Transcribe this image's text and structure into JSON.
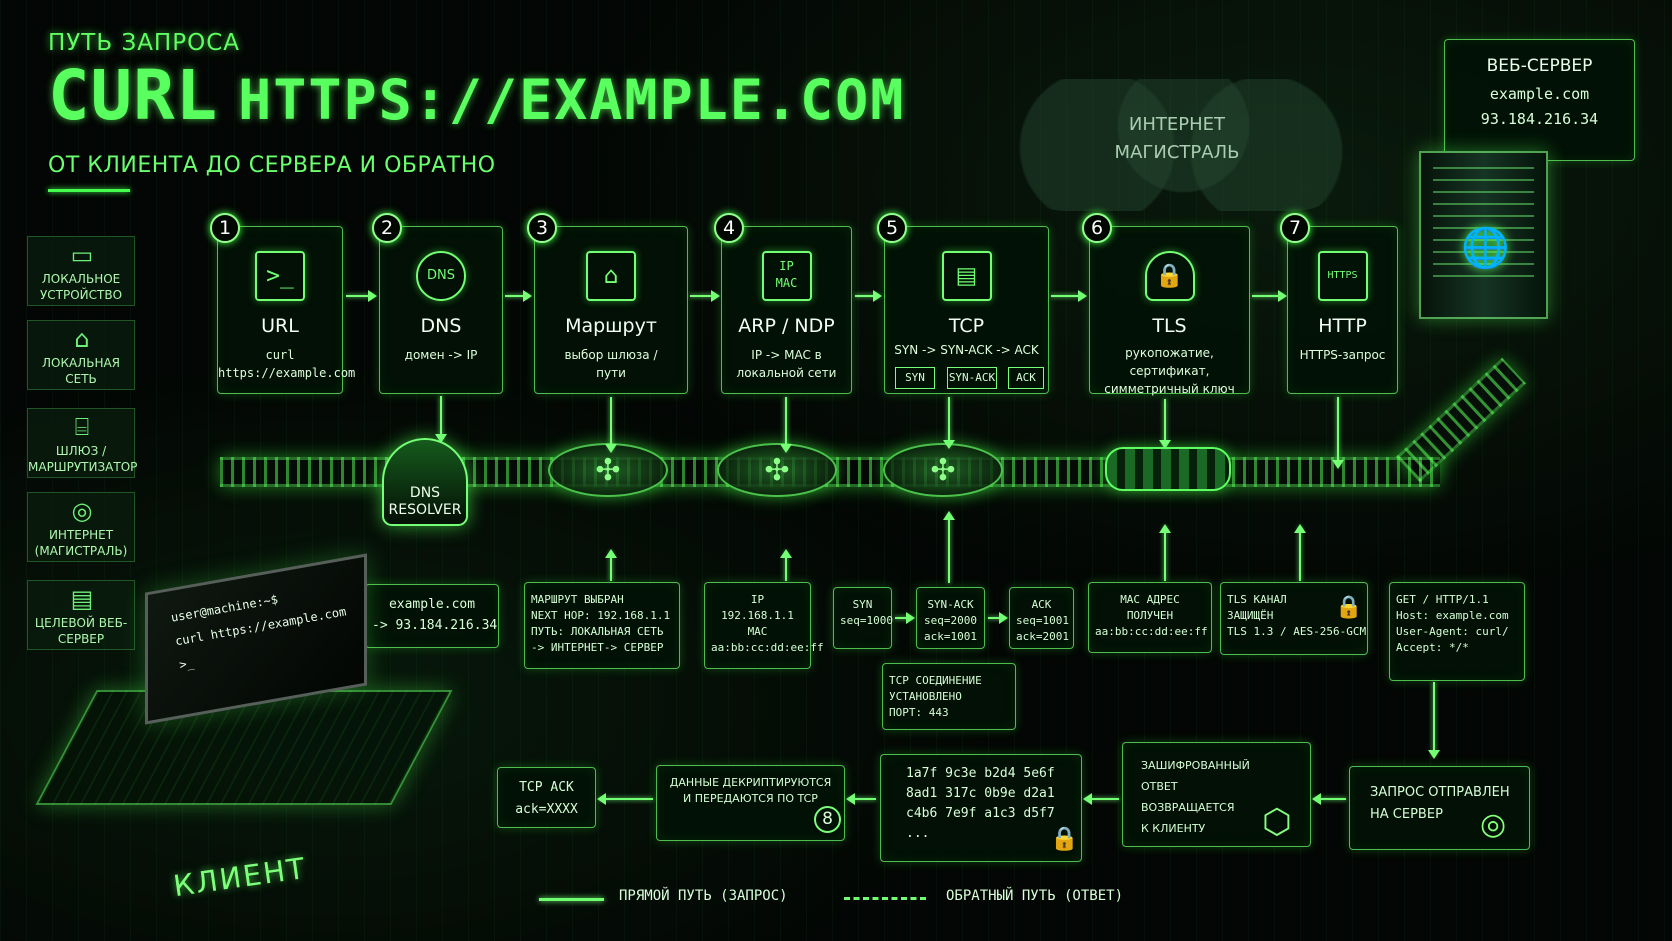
{
  "header": {
    "kicker": "ПУТЬ ЗАПРОСА",
    "command": "CURL",
    "url": "HTTPS://EXAMPLE.COM",
    "subtitle": "ОТ КЛИЕНТА ДО СЕРВЕРА И ОБРАТНО"
  },
  "sidebar": [
    {
      "label": "ЛОКАЛЬНОЕ УСТРОЙСТВО",
      "icon": "laptop-icon"
    },
    {
      "label": "ЛОКАЛЬНАЯ СЕТЬ",
      "icon": "network-icon"
    },
    {
      "label": "ШЛЮЗ / МАРШРУТИЗАТОР",
      "icon": "router-icon"
    },
    {
      "label": "ИНТЕРНЕТ (МАГИСТРАЛЬ)",
      "icon": "globe-icon"
    },
    {
      "label": "ЦЕЛЕВОЙ ВЕБ-СЕРВЕР",
      "icon": "server-icon"
    }
  ],
  "steps": [
    {
      "num": "1",
      "title": "URL",
      "desc": "curl\nhttps://example.com",
      "icon": "terminal-icon",
      "glyph": ">_"
    },
    {
      "num": "2",
      "title": "DNS",
      "desc": "домен -> IP",
      "icon": "dns-icon",
      "glyph": "DNS"
    },
    {
      "num": "3",
      "title": "Маршрут",
      "desc": "выбор шлюза /\nпути",
      "icon": "route-icon",
      "glyph": "⌂"
    },
    {
      "num": "4",
      "title": "ARP / NDP",
      "desc": "IP -> MAC в\nлокальной сети",
      "icon": "ip-mac-icon",
      "glyph": "IP\nMAC"
    },
    {
      "num": "5",
      "title": "TCP",
      "desc": "SYN -> SYN-ACK -> ACK",
      "icon": "document-icon",
      "glyph": "▤"
    },
    {
      "num": "6",
      "title": "TLS",
      "desc": "рукопожатие,\nсертификат,\nсимметричный ключ",
      "icon": "shield-lock-icon",
      "glyph": "🔒"
    },
    {
      "num": "7",
      "title": "HTTP",
      "desc": "HTTPS-запрос",
      "icon": "https-document-icon",
      "glyph": "HTTPS"
    }
  ],
  "tcpMini": [
    "SYN",
    "SYN-ACK",
    "ACK"
  ],
  "cloud": "ИНТЕРНЕТ\nМАГИСТРАЛЬ",
  "server": {
    "title": "ВЕБ-СЕРВЕР",
    "host": "example.com",
    "ip": "93.184.216.34"
  },
  "resolver": "DNS\nRESOLVER",
  "details": {
    "dns": "example.com\n-> 93.184.216.34",
    "route": "МАРШРУТ ВЫБРАН\nNEXT HOP: 192.168.1.1\nПУТЬ: ЛОКАЛЬНАЯ СЕТЬ\n-> ИНТЕРНЕТ-> СЕРВЕР",
    "arp": "IP\n192.168.1.1\nMAC\naa:bb:cc:dd:ee:ff",
    "tcp_syn": "SYN\nseq=1000",
    "tcp_synack": "SYN-ACK\nseq=2000\nack=1001",
    "tcp_ack": "ACK\nseq=1001\nack=2001",
    "mac": "MAC АДРЕС\nПОЛУЧЕН\naa:bb:cc:dd:ee:ff",
    "tls": "TLS КАНАЛ\nЗАЩИЩЁН\nTLS 1.3 / AES-256-GCM",
    "http": "GET / HTTP/1.1\nHost: example.com\nUser-Agent: curl/\nAccept: */*",
    "tcp_done": "TCP СОЕДИНЕНИЕ\nУСТАНОВЛЕНО\nПОРТ: 443"
  },
  "response": {
    "ack": "TCP ACK\nack=XXXX",
    "decrypt": "ДАННЫЕ ДЕКРИПТИРУЮТСЯ\nИ ПЕРЕДАЮТСЯ ПО TCP",
    "step8": "8",
    "hex": "1a7f 9c3e b2d4 5e6f\n8ad1 317c 0b9e d2a1\nc4b6 7e9f a1c3 d5f7\n...",
    "encrypted": "ЗАШИФРОВАННЫЙ\nОТВЕТ\nВОЗВРАЩАЕТСЯ\nК КЛИЕНТУ",
    "sent": "ЗАПРОС ОТПРАВЛЕН\nНА СЕРВЕР"
  },
  "client": {
    "label": "КЛИЕНТ",
    "terminal": "user@machine:~$\ncurl https://example.com\n>_"
  },
  "legend": {
    "forward": "ПРЯМОЙ ПУТЬ (ЗАПРОС)",
    "back": "ОБРАТНЫЙ ПУТЬ (ОТВЕТ)"
  }
}
